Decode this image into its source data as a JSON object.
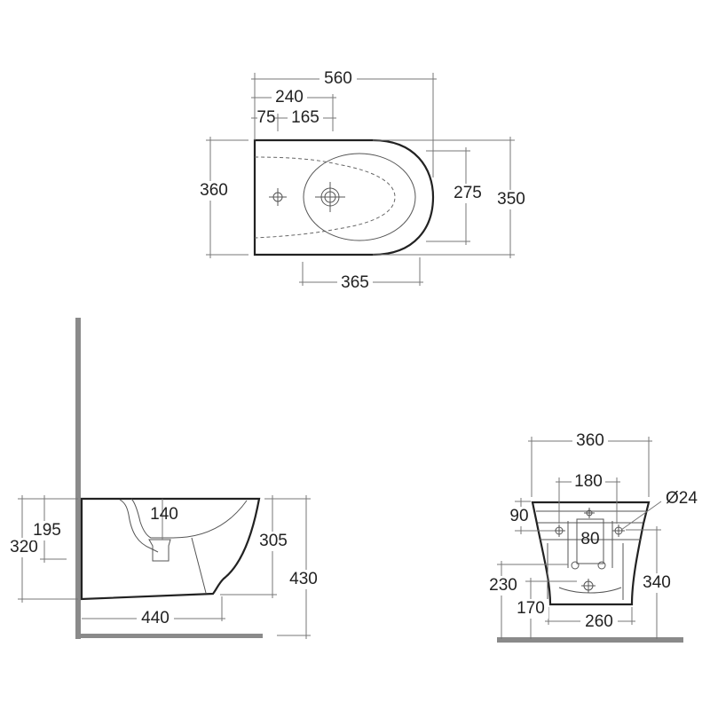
{
  "top_view": {
    "overall_length": "560",
    "tap_hole_to_drain": "240",
    "wall_to_tap": "75",
    "tap_to_drain": "165",
    "width_left": "360",
    "bowl_width": "275",
    "width_right": "350",
    "bowl_length": "365"
  },
  "side_view": {
    "total_height": "320",
    "inlet_height": "195",
    "drain_depth": "140",
    "body_height": "305",
    "floor_to_rim": "430",
    "depth": "440"
  },
  "front_view": {
    "width": "360",
    "fixing_spacing": "180",
    "fixing_hole_diameter": "Ø24",
    "fixing_offset": "90",
    "center_gap": "80",
    "inlet_height": "230",
    "drain_height": "170",
    "fixing_height": "340",
    "base_width": "260"
  }
}
